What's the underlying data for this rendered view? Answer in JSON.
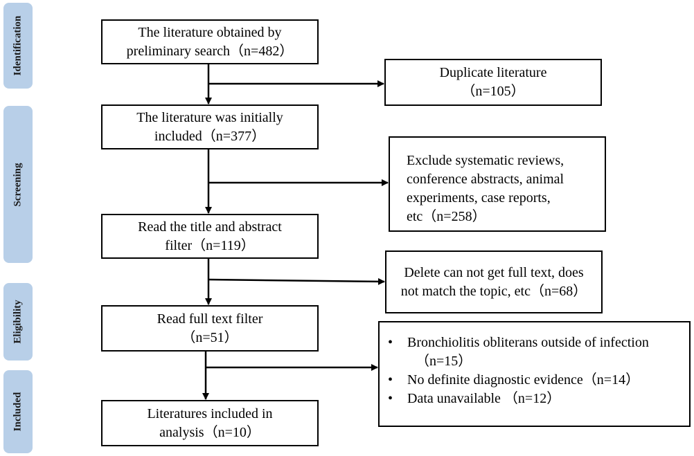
{
  "phases": {
    "identification": "Identification",
    "screening": "Screening",
    "eligibility": "Eligibility",
    "included": "Included"
  },
  "main_boxes": {
    "preliminary": [
      "The literature obtained by",
      "preliminary search（n=482）"
    ],
    "initially_included": [
      "The literature was initially",
      "included（n=377）"
    ],
    "title_abstract": [
      "Read the title and abstract",
      "filter（n=119）"
    ],
    "full_text": [
      "Read full text filter",
      "（n=51）"
    ],
    "analysis": [
      "Literatures included in",
      "analysis（n=10）"
    ]
  },
  "side_boxes": {
    "duplicate": [
      "Duplicate literature",
      "（n=105）"
    ],
    "exclude": [
      "Exclude systematic reviews,",
      "conference abstracts, animal",
      "experiments, case reports,",
      "etc（n=258）"
    ],
    "delete": [
      "Delete can not get full text, does",
      "not match the topic, etc（n=68）"
    ],
    "reasons": {
      "bullet": "•",
      "items": [
        {
          "text": "Bronchiolitis obliterans outside of infection",
          "sub": "（n=15）"
        },
        {
          "text": "No definite diagnostic evidence（n=14）"
        },
        {
          "text": "Data unavailable （n=12）"
        }
      ]
    }
  }
}
